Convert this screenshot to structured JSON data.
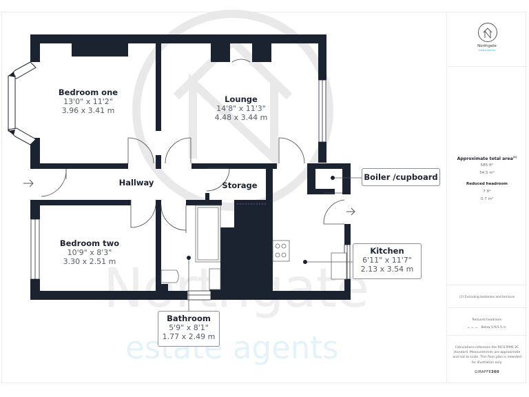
{
  "brand": {
    "name": "Northgate",
    "tagline": "estate agents",
    "logo_icon": "house-n-circle-icon",
    "accent": "#3fb3e0"
  },
  "watermark": {
    "line1": "Northgate",
    "line2": "estate agents"
  },
  "colors": {
    "wall": "#1b2230",
    "background": "#ffffff",
    "watermark_grey": "#eeeeee",
    "watermark_blue": "#e3f3fa"
  },
  "rooms": {
    "bedroom_one": {
      "name": "Bedroom one",
      "imperial": "13'0\" x 11'2\"",
      "metric": "3.96 x 3.41 m"
    },
    "lounge": {
      "name": "Lounge",
      "imperial": "14'8\" x 11'3\"",
      "metric": "4.48 x 3.44 m"
    },
    "hallway": {
      "name": "Hallway"
    },
    "storage": {
      "name": "Storage"
    },
    "boiler": {
      "name": "Boiler /cupboard"
    },
    "bedroom_two": {
      "name": "Bedroom two",
      "imperial": "10'9\" x 8'3\"",
      "metric": "3.30 x 2.51 m"
    },
    "kitchen": {
      "name": "Kitchen",
      "imperial": "6'11\" x 11'7\"",
      "metric": "2.13 x 3.54 m"
    },
    "bathroom": {
      "name": "Bathroom",
      "imperial": "5'9\" x 8'1\"",
      "metric": "1.77 x 2.49 m"
    }
  },
  "sidebar": {
    "area_title": "Approximate total area",
    "area_superscript": "(1)",
    "area_sqft": "585 ft²",
    "area_sqm": "54.5 m²",
    "reduced_title": "Reduced headroom",
    "reduced_sqft": "7 ft²",
    "reduced_sqm": "0.7 m²",
    "excluding_note": "(1) Excluding balconies and terraces",
    "legend_title": "Reduced headroom",
    "legend_item": "Below 5 ft/1.5 m",
    "disclaimer": "Calculations reference the RICS IPMS 3C standard. Measurements are approximate and not to scale. This floor plan is intended for illustration only.",
    "giraffe_prefix": "GIRAFFE",
    "giraffe_suffix": "360"
  }
}
